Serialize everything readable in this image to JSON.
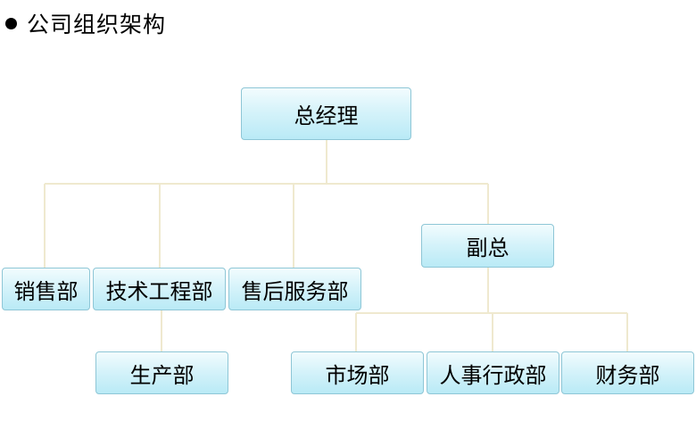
{
  "heading": "公司组织架构",
  "nodes": {
    "general_manager": "总经理",
    "deputy_manager": "副总",
    "sales": "销售部",
    "tech_engineering": "技术工程部",
    "after_sales": "售后服务部",
    "production": "生产部",
    "marketing": "市场部",
    "hr_admin": "人事行政部",
    "finance": "财务部"
  },
  "colors": {
    "node_border": "#8ec6d6",
    "node_fill_top": "#f2fcfe",
    "node_fill_bottom": "#b9eaf6",
    "connector": "#efe9cf"
  }
}
